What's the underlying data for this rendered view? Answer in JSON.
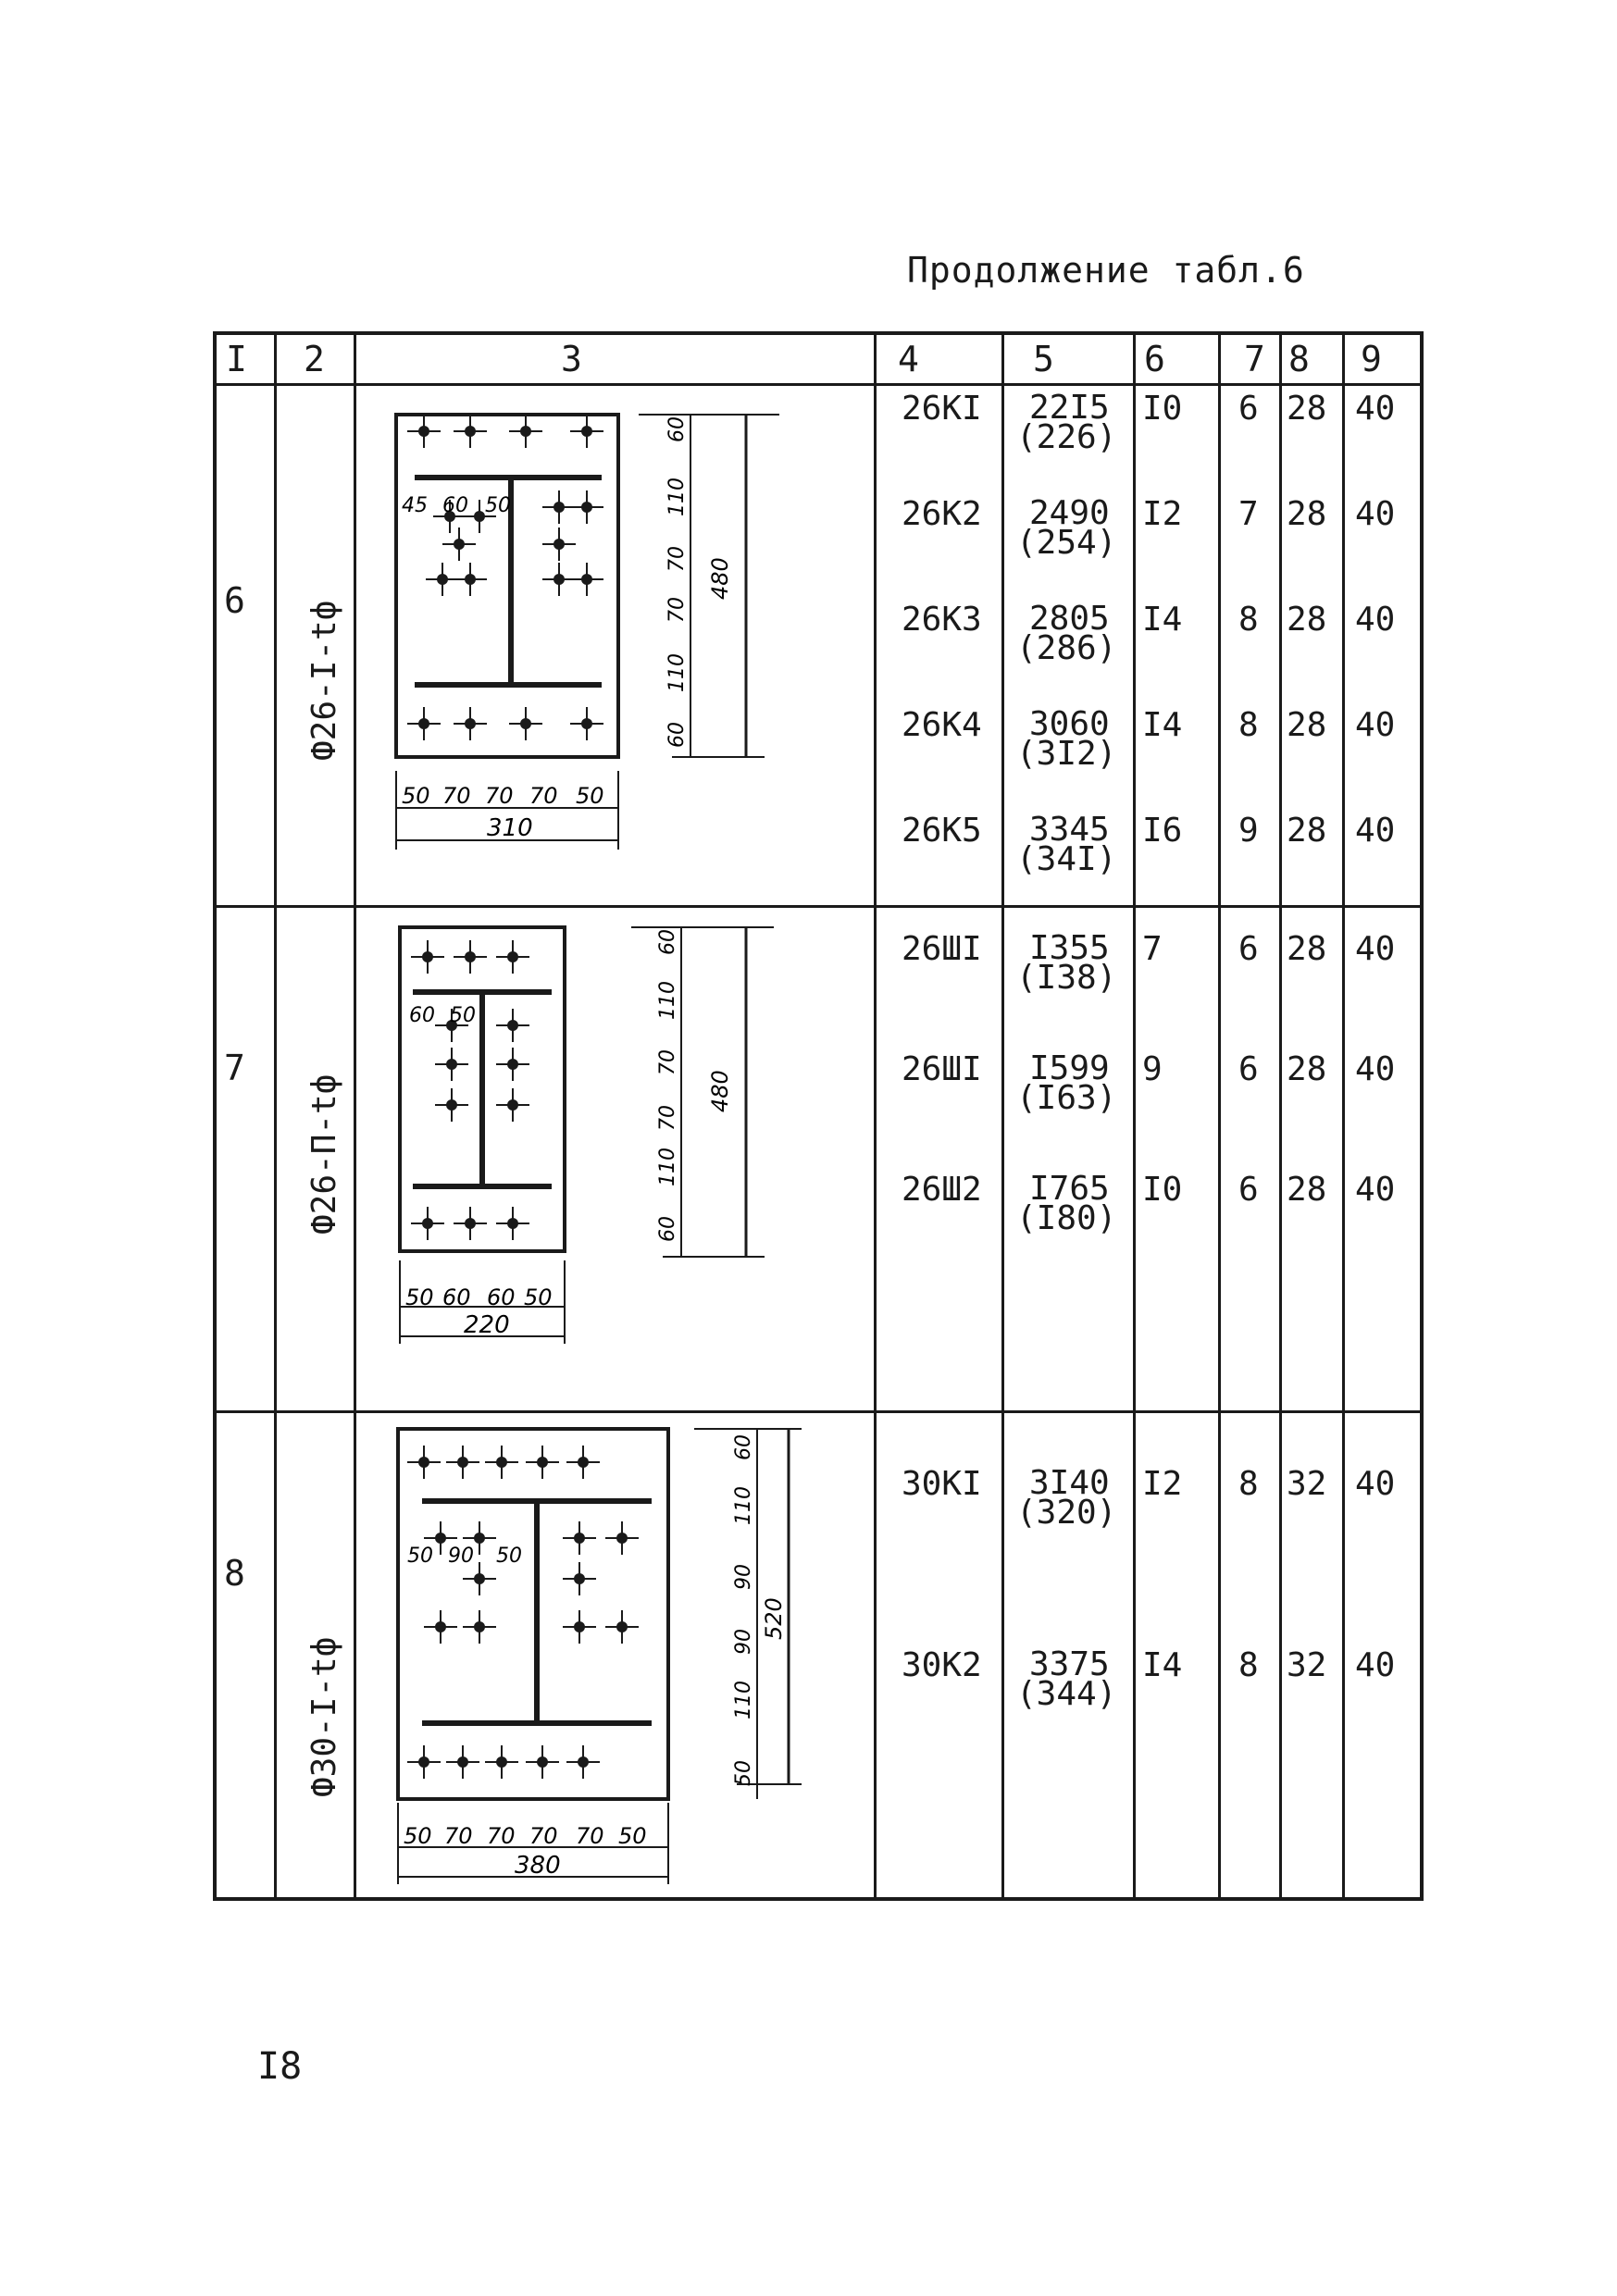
{
  "caption": "Продолжение табл.6",
  "page_number": "I8",
  "columns": [
    "I",
    "2",
    "3",
    "4",
    "5",
    "6",
    "7",
    "8",
    "9"
  ],
  "rows": [
    {
      "no": "6",
      "type": "Ф26-I-tф",
      "drawing": {
        "dims_bottom": [
          "50",
          "70",
          "70",
          "70",
          "50"
        ],
        "total_bottom": "310",
        "dims_left": [
          "45",
          "60",
          "50"
        ],
        "dims_right": [
          "60",
          "110",
          "70",
          "70",
          "110",
          "60"
        ],
        "total_right": "480"
      },
      "items": [
        {
          "c4": "26КI",
          "c5a": "22I5",
          "c5b": "(226)",
          "c6": "I0",
          "c7": "6",
          "c8": "28",
          "c9": "40"
        },
        {
          "c4": "26К2",
          "c5a": "2490",
          "c5b": "(254)",
          "c6": "I2",
          "c7": "7",
          "c8": "28",
          "c9": "40"
        },
        {
          "c4": "26К3",
          "c5a": "2805",
          "c5b": "(286)",
          "c6": "I4",
          "c7": "8",
          "c8": "28",
          "c9": "40"
        },
        {
          "c4": "26К4",
          "c5a": "3060",
          "c5b": "(3I2)",
          "c6": "I4",
          "c7": "8",
          "c8": "28",
          "c9": "40"
        },
        {
          "c4": "26К5",
          "c5a": "3345",
          "c5b": "(34I)",
          "c6": "I6",
          "c7": "9",
          "c8": "28",
          "c9": "40"
        }
      ]
    },
    {
      "no": "7",
      "type": "Ф26-П-tф",
      "drawing": {
        "dims_bottom": [
          "50",
          "60",
          "60",
          "50"
        ],
        "total_bottom": "220",
        "dims_left": [
          "60",
          "50"
        ],
        "dims_right": [
          "60",
          "110",
          "70",
          "70",
          "110",
          "60"
        ],
        "total_right": "480"
      },
      "items": [
        {
          "c4": "26ШI",
          "c5a": "I355",
          "c5b": "(I38)",
          "c6": "7",
          "c7": "6",
          "c8": "28",
          "c9": "40"
        },
        {
          "c4": "26ШI",
          "c5a": "I599",
          "c5b": "(I63)",
          "c6": "9",
          "c7": "6",
          "c8": "28",
          "c9": "40"
        },
        {
          "c4": "26Ш2",
          "c5a": "I765",
          "c5b": "(I80)",
          "c6": "I0",
          "c7": "6",
          "c8": "28",
          "c9": "40"
        }
      ]
    },
    {
      "no": "8",
      "type": "Ф30-I-tф",
      "drawing": {
        "dims_bottom": [
          "50",
          "70",
          "70",
          "70",
          "70",
          "50"
        ],
        "total_bottom": "380",
        "dims_left": [
          "50",
          "90",
          "50"
        ],
        "dims_right": [
          "60",
          "110",
          "90",
          "90",
          "110",
          "50"
        ],
        "total_right": "520"
      },
      "items": [
        {
          "c4": "30КI",
          "c5a": "3I40",
          "c5b": "(320)",
          "c6": "I2",
          "c7": "8",
          "c8": "32",
          "c9": "40"
        },
        {
          "c4": "30К2",
          "c5a": "3375",
          "c5b": "(344)",
          "c6": "I4",
          "c7": "8",
          "c8": "32",
          "c9": "40"
        }
      ]
    }
  ]
}
